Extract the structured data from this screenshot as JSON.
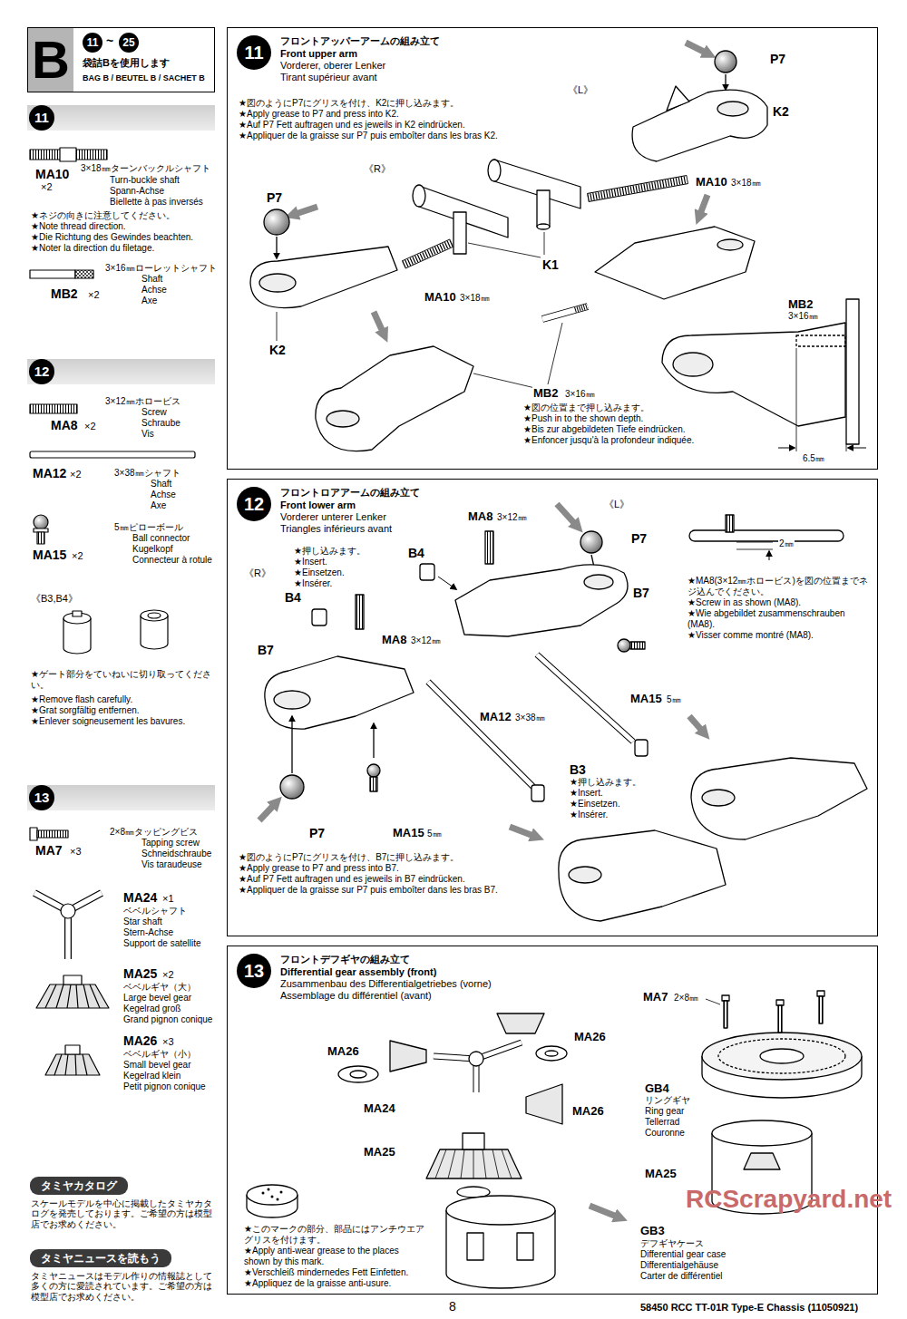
{
  "diagram": {
    "nodes": [
      {
        "text": [
          "B",
          "11",
          "~",
          "25",
          "袋詰Bを使用します",
          "BAG B / BEUTEL B / SACHET B"
        ]
      },
      {
        "text": [
          "11"
        ]
      },
      {
        "text": [
          "12"
        ]
      },
      {
        "text": [
          "13"
        ]
      },
      {
        "text": [
          "11",
          "フロントアッパーアームの組み立て",
          "Front upper arm",
          "Vorderer, oberer Lenker",
          "Tirant supérieur avant"
        ]
      },
      {
        "text": [
          "12",
          "フロントロアアームの組み立て",
          "Front lower arm",
          "Vorderer unterer Lenker",
          "Triangles inférieurs avant"
        ]
      },
      {
        "text": [
          "13",
          "フロントデフギヤの組み立て",
          "Differential gear assembly (front)",
          "Zusammenbau des Differentialgetriebes (vorne)",
          "Assemblage du différentiel (avant)"
        ]
      },
      {
        "text": [
          "タミヤカタログ"
        ]
      },
      {
        "text": [
          "タミヤニュースを読もう"
        ]
      }
    ],
    "labels": [
      "MA10",
      "×2",
      "3×18㎜ターンバックルシャフト",
      "Turn-buckle shaft",
      "Spann-Achse",
      "Biellette à pas inversés",
      "★ネジの向きに注意してください。",
      "★Note thread direction.",
      "★Die Richtung des Gewindes beachten.",
      "★Noter la direction du filetage.",
      "3×16㎜ローレットシャフト",
      "Shaft",
      "Achse",
      "Axe",
      "MB2",
      "×2",
      "3×12㎜ホロービス",
      "Screw",
      "Schraube",
      "Vis",
      "MA8",
      "×2",
      "MA12",
      "×2",
      "3×38㎜シャフト",
      "Shaft",
      "Achse",
      "Axe",
      "5㎜ピローボール",
      "Ball connector",
      "Kugelkopf",
      "Connecteur à rotule",
      "MA15",
      "×2",
      "《B3,B4》",
      "★ゲート部分をていねいに切り取ってください。",
      "★Remove flash carefully.",
      "★Grat sorgfältig entfernen.",
      "★Enlever soigneusement les bavures.",
      "2×8㎜タッピングビス",
      "Tapping screw",
      "Schneidschraube",
      "Vis taraudeuse",
      "MA7",
      "×3",
      "MA24",
      "×1",
      "ベベルシャフト",
      "Star shaft",
      "Stern-Achse",
      "Support de satellite",
      "MA25",
      "×2",
      "ベベルギヤ（大）",
      "Large bevel gear",
      "Kegelrad groß",
      "Grand pignon conique",
      "MA26",
      "×3",
      "ベベルギヤ（小）",
      "Small bevel gear",
      "Kegelrad klein",
      "Petit pignon conique",
      "スケールモデルを中心に掲載したタミヤカタログを発売しております。ご希望の方は模型店でお求めください。",
      "タミヤニュースはモデル作りの情報誌として多くの方に愛読されています。ご希望の方は模型店でお求めください。",
      "P7",
      "《L》",
      "K2",
      "★図のようにP7にグリスを付け、K2に押し込みます。",
      "★Apply grease to P7 and press into K2.",
      "★Auf P7 Fett auftragen und es jeweils in K2 eindrücken.",
      "★Appliquer de la graisse sur P7 puis emboîter dans les bras K2.",
      "《R》",
      "P7",
      "MA10",
      "3×18㎜",
      "MA10",
      "3×18㎜",
      "K1",
      "K2",
      "MB2",
      "3×16㎜",
      "MB2",
      "3×16㎜",
      "★図の位置まで押し込みます。",
      "★Push in to the shown depth.",
      "★Bis zur abgebildeten Tiefe eindrücken.",
      "★Enfoncer jusqu'à la profondeur indiquée.",
      "6.5㎜",
      "MA8",
      "3×12㎜",
      "《L》",
      "P7",
      "B7",
      "《R》",
      "★押し込みます。",
      "★Insert.",
      "★Einsetzen.",
      "★Insérer.",
      "B4",
      "B4",
      "B7",
      "MA8",
      "3×12㎜",
      "MA12",
      "3×38㎜",
      "MA15",
      "5㎜",
      "B3",
      "★押し込みます。",
      "★Insert.",
      "★Einsetzen.",
      "★Insérer.",
      "P7",
      "MA15",
      "5㎜",
      "★図のようにP7にグリスを付け、B7に押し込みます。",
      "★Apply grease to P7 and press into B7.",
      "★Auf P7 Fett auftragen und es jeweils in B7 eindrücken.",
      "★Appliquer de la graisse sur P7 puis emboîter dans les bras B7.",
      "2㎜",
      "★MA8(3×12㎜ホロービス)を図の位置までネジ込んでください。",
      "★Screw in as shown (MA8).",
      "★Wie abgebildet zusammenschrauben (MA8).",
      "★Visser comme montré (MA8).",
      "MA7",
      "2×8㎜",
      "MA26",
      "MA26",
      "MA24",
      "MA26",
      "MA25",
      "GB4",
      "リングギヤ",
      "Ring gear",
      "Tellerrad",
      "Couronne",
      "MA25",
      "★このマークの部分、部品にはアンチウエアグリスを付けます。",
      "★Apply anti-wear grease to the places shown by this mark.",
      "★Verschleiß mindernedes Fett Einfetten.",
      "★Appliquez de la graisse anti-usure.",
      "GB3",
      "デフギヤケース",
      "Differential gear case",
      "Differentialgehäuse",
      "Carter de différentiel",
      "RCScrapyard.net",
      "8",
      "58450 RCC TT-01R Type-E Chassis (11050921)"
    ]
  }
}
